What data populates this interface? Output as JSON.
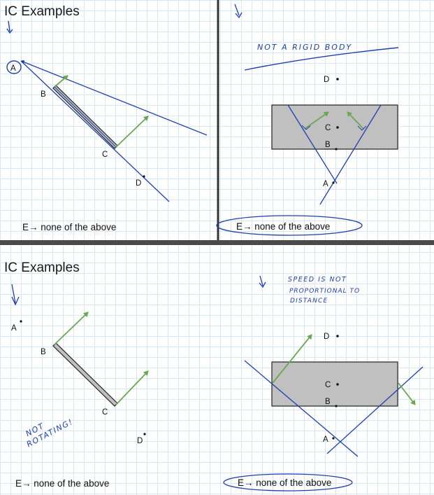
{
  "panels": {
    "top_left": {
      "title": "IC Examples",
      "caption": "E→ none of the above",
      "labels": {
        "A": "A",
        "B": "B",
        "C": "C",
        "D": "D"
      }
    },
    "top_right": {
      "note": "NOT A RIGID BODY",
      "caption": "E→ none of the above",
      "labels": {
        "A": "A",
        "B": "B",
        "C": "C",
        "D": "D"
      }
    },
    "bottom_left": {
      "title": "IC Examples",
      "note_line1": "NOT",
      "note_line2": "ROTATING!",
      "caption": "E→ none of the above",
      "labels": {
        "A": "A",
        "B": "B",
        "C": "C",
        "D": "D"
      }
    },
    "bottom_right": {
      "note_line1": "SPEED IS NOT",
      "note_line2": "PROPORTIONAL TO",
      "note_line3": "DISTANCE",
      "caption": "E→ none of the above",
      "labels": {
        "A": "A",
        "B": "B",
        "C": "C",
        "D": "D"
      }
    }
  },
  "colors": {
    "ink_blue": "#1f3fb0",
    "arrow_green": "#6aa84f",
    "body_gray": "#c0c0c0",
    "divider": "#333333"
  }
}
